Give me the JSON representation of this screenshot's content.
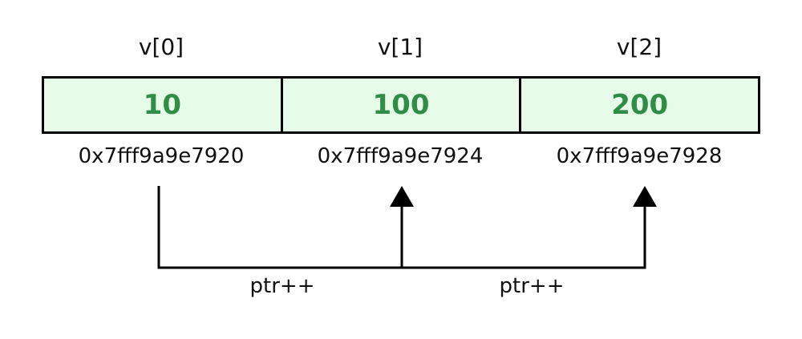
{
  "elements": [
    {
      "index_label": "v[0]",
      "value": "10",
      "address": "0x7fff9a9e7920"
    },
    {
      "index_label": "v[1]",
      "value": "100",
      "address": "0x7fff9a9e7924"
    },
    {
      "index_label": "v[2]",
      "value": "200",
      "address": "0x7fff9a9e7928"
    }
  ],
  "increments": [
    {
      "label": "ptr++"
    },
    {
      "label": "ptr++"
    }
  ],
  "colors": {
    "cell_fill": "#e6fbe8",
    "value_text": "#2f8d46",
    "border": "#000000"
  }
}
